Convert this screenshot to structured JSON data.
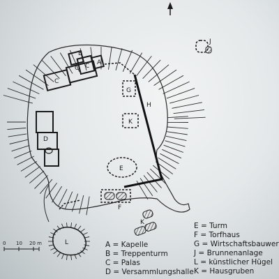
{
  "labels": {
    "A": "A",
    "B": "B",
    "C1": "C",
    "C2": "C",
    "D": "D",
    "E": "E",
    "F": "F",
    "G": "G",
    "H": "H",
    "J": "J",
    "K1": "K",
    "K2": "K",
    "L": "L"
  },
  "legend_left": [
    "A = Kapelle",
    "B = Treppenturm",
    "C = Palas",
    "D = Versammlungshalle"
  ],
  "legend_right": [
    "E = Turm",
    "F = Torfhaus",
    "G = Wirtschaftsbauwerk",
    "J = Brunnenanlage",
    "L = künstlicher Hügel",
    "K = Hausgruben"
  ],
  "scale": {
    "t0": "0",
    "t1": "10",
    "t2": "20 m"
  },
  "north_icon": "north-arrow-icon",
  "colors": {
    "ink": "#1a1a1a",
    "paper": "#e6eaeb"
  }
}
